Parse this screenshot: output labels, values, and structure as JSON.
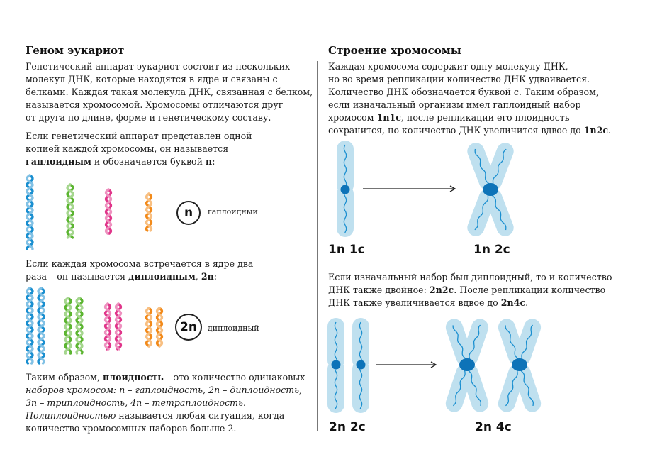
{
  "left": {
    "title": "Геном эукариот",
    "p1": [
      "Генетический аппарат эукариот состоит из нескольких",
      "молекул ДНК, которые находятся в ядре и связаны с",
      "белками. Каждая такая молекула ДНК, связанная с белком,",
      "называется хромосомой. Хромосомы отличаются друг",
      "от друга по длине, форме и генетическому составу."
    ],
    "p2": {
      "l1": "Если генетический аппарат представлен одной",
      "l2": "копией каждой хромосомы, он называется",
      "l3_bold": "гаплоидным",
      "l3_rest": " и обозначается буквой ",
      "l3_bold2": "n",
      "l3_end": ":"
    },
    "haploid": {
      "badge": "n",
      "caption": "гаплоидный"
    },
    "p3": {
      "l1": "Если каждая хромосома встречается в ядре два",
      "l2_start": "раза – он называется ",
      "l2_bold": "диплоидным",
      "l2_mid": ", ",
      "l2_bold2": "2n",
      "l2_end": ":"
    },
    "diploid": {
      "badge": "2n",
      "caption": "диплоидный"
    },
    "p4": {
      "l1_start": "Таким образом, ",
      "l1_bold": "плоидность",
      "l1_end": " – это количество одинаковых",
      "l2": "наборов хромосом: n – гаплоидность, 2n – диплоидность,",
      "l3": "3n – триплоидность, 4n – тетраплоидность.",
      "l4_italic": "Полиплоидностью",
      "l4_end": " называется любая ситуация, когда",
      "l5": "количество хромосомных наборов больше 2."
    },
    "colors": {
      "blue": "#1a8fd0",
      "green": "#5cb531",
      "pink": "#e0358a",
      "orange": "#f28a1a"
    }
  },
  "right": {
    "title": "Строение хромосомы",
    "p1": {
      "l1": "Каждая хромосома содержит одну молекулу ДНК,",
      "l2": "но во время репликации количество ДНК удваивается.",
      "l3": "Количество ДНК обозначается буквой с. Таким образом,",
      "l4": "если изначальный организм имел гаплоидный набор",
      "l5_start": "хромосом ",
      "l5_bold": "1n1c",
      "l5_end": ", после репликации его плоидность",
      "l6_start": "сохранится, но количество ДНК увеличится вдвое до ",
      "l6_bold": "1n2c",
      "l6_end": "."
    },
    "label_1n1c": "1n  1c",
    "label_1n2c": "1n  2c",
    "p2": {
      "l1": "Если изначальный набор был диплоидный, то и количество",
      "l2_start": "ДНК также двойное: ",
      "l2_bold": "2n2c",
      "l2_end": ". После репликации количество",
      "l3_start": "ДНК также увеличивается вдвое до ",
      "l3_bold": "2n4c",
      "l3_end": "."
    },
    "label_2n2c": "2n  2c",
    "label_2n4c": "2n  4c",
    "colors": {
      "chromatid": "#bfe0ef",
      "dna": "#1a8fd0",
      "centromere": "#0d73b8",
      "arrow": "#222222"
    }
  }
}
